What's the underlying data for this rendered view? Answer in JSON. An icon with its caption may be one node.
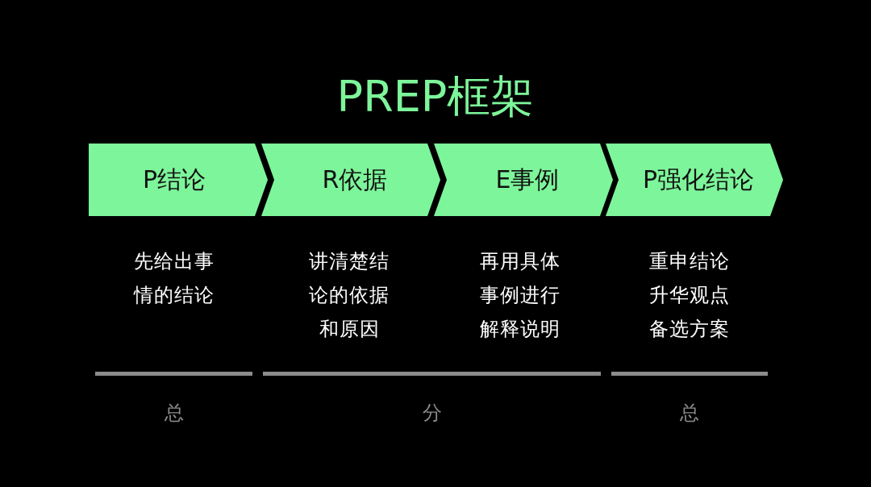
{
  "diagram": {
    "title": "PREP框架",
    "nodes": [
      {
        "text": [
          "P结论"
        ],
        "beside": [
          "先给出事情的结论"
        ]
      },
      {
        "text": [
          "R依据"
        ],
        "beside": [
          "讲清楚结论的依据和原因"
        ]
      },
      {
        "text": [
          "E事例"
        ],
        "beside": [
          "再用具体事例进行解释说明"
        ]
      },
      {
        "text": [
          "P强化结论"
        ],
        "beside": [
          "重申结论",
          "升华观点",
          "备选方案"
        ]
      }
    ],
    "labels": [
      "总",
      "分",
      "总"
    ]
  }
}
